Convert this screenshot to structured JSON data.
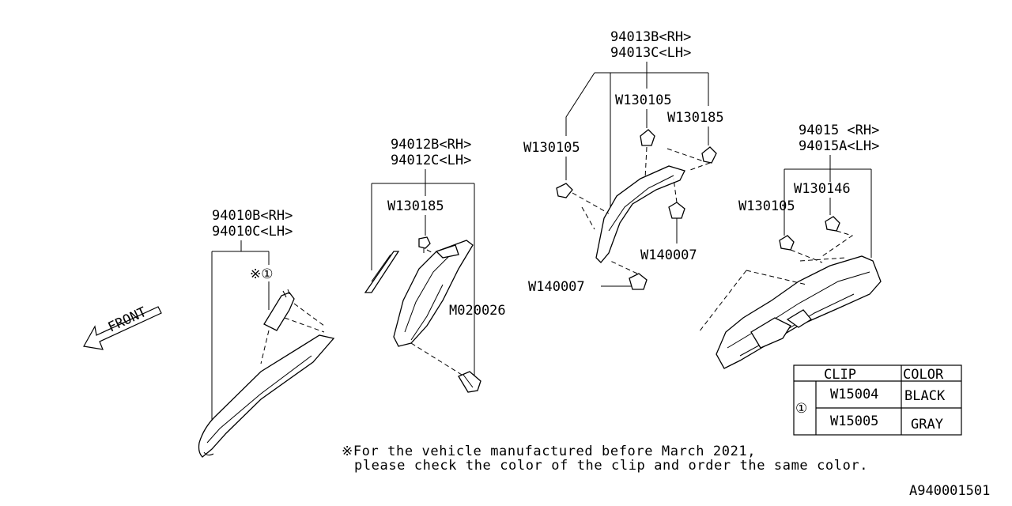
{
  "groups": {
    "g94010": {
      "rh": "94010B<RH>",
      "lh": "94010C<LH>"
    },
    "g94012": {
      "rh": "94012B<RH>",
      "lh": "94012C<LH>"
    },
    "g94013": {
      "rh": "94013B<RH>",
      "lh": "94013C<LH>"
    },
    "g94015": {
      "rh": "94015  <RH>",
      "lh": "94015A<LH>"
    }
  },
  "fasteners": {
    "w130185_a": "W130185",
    "m020026": "M020026",
    "w130105_a": "W130105",
    "w130105_b": "W130105",
    "w130185_b": "W130185",
    "w140007_a": "W140007",
    "w140007_b": "W140007",
    "w130146": "W130146",
    "w130105_c": "W130105"
  },
  "callout_mark": "※①",
  "front_label": "FRONT",
  "clip_table": {
    "headers": [
      "CLIP",
      "COLOR"
    ],
    "ref": "①",
    "rows": [
      {
        "clip": "W15004",
        "color": "BLACK"
      },
      {
        "clip": "W15005",
        "color": "GRAY"
      }
    ]
  },
  "note": {
    "line1": "※For the vehicle manufactured before March 2021,",
    "line2": "please check the color of the clip and order the same color."
  },
  "diagram_id": "A940001501"
}
